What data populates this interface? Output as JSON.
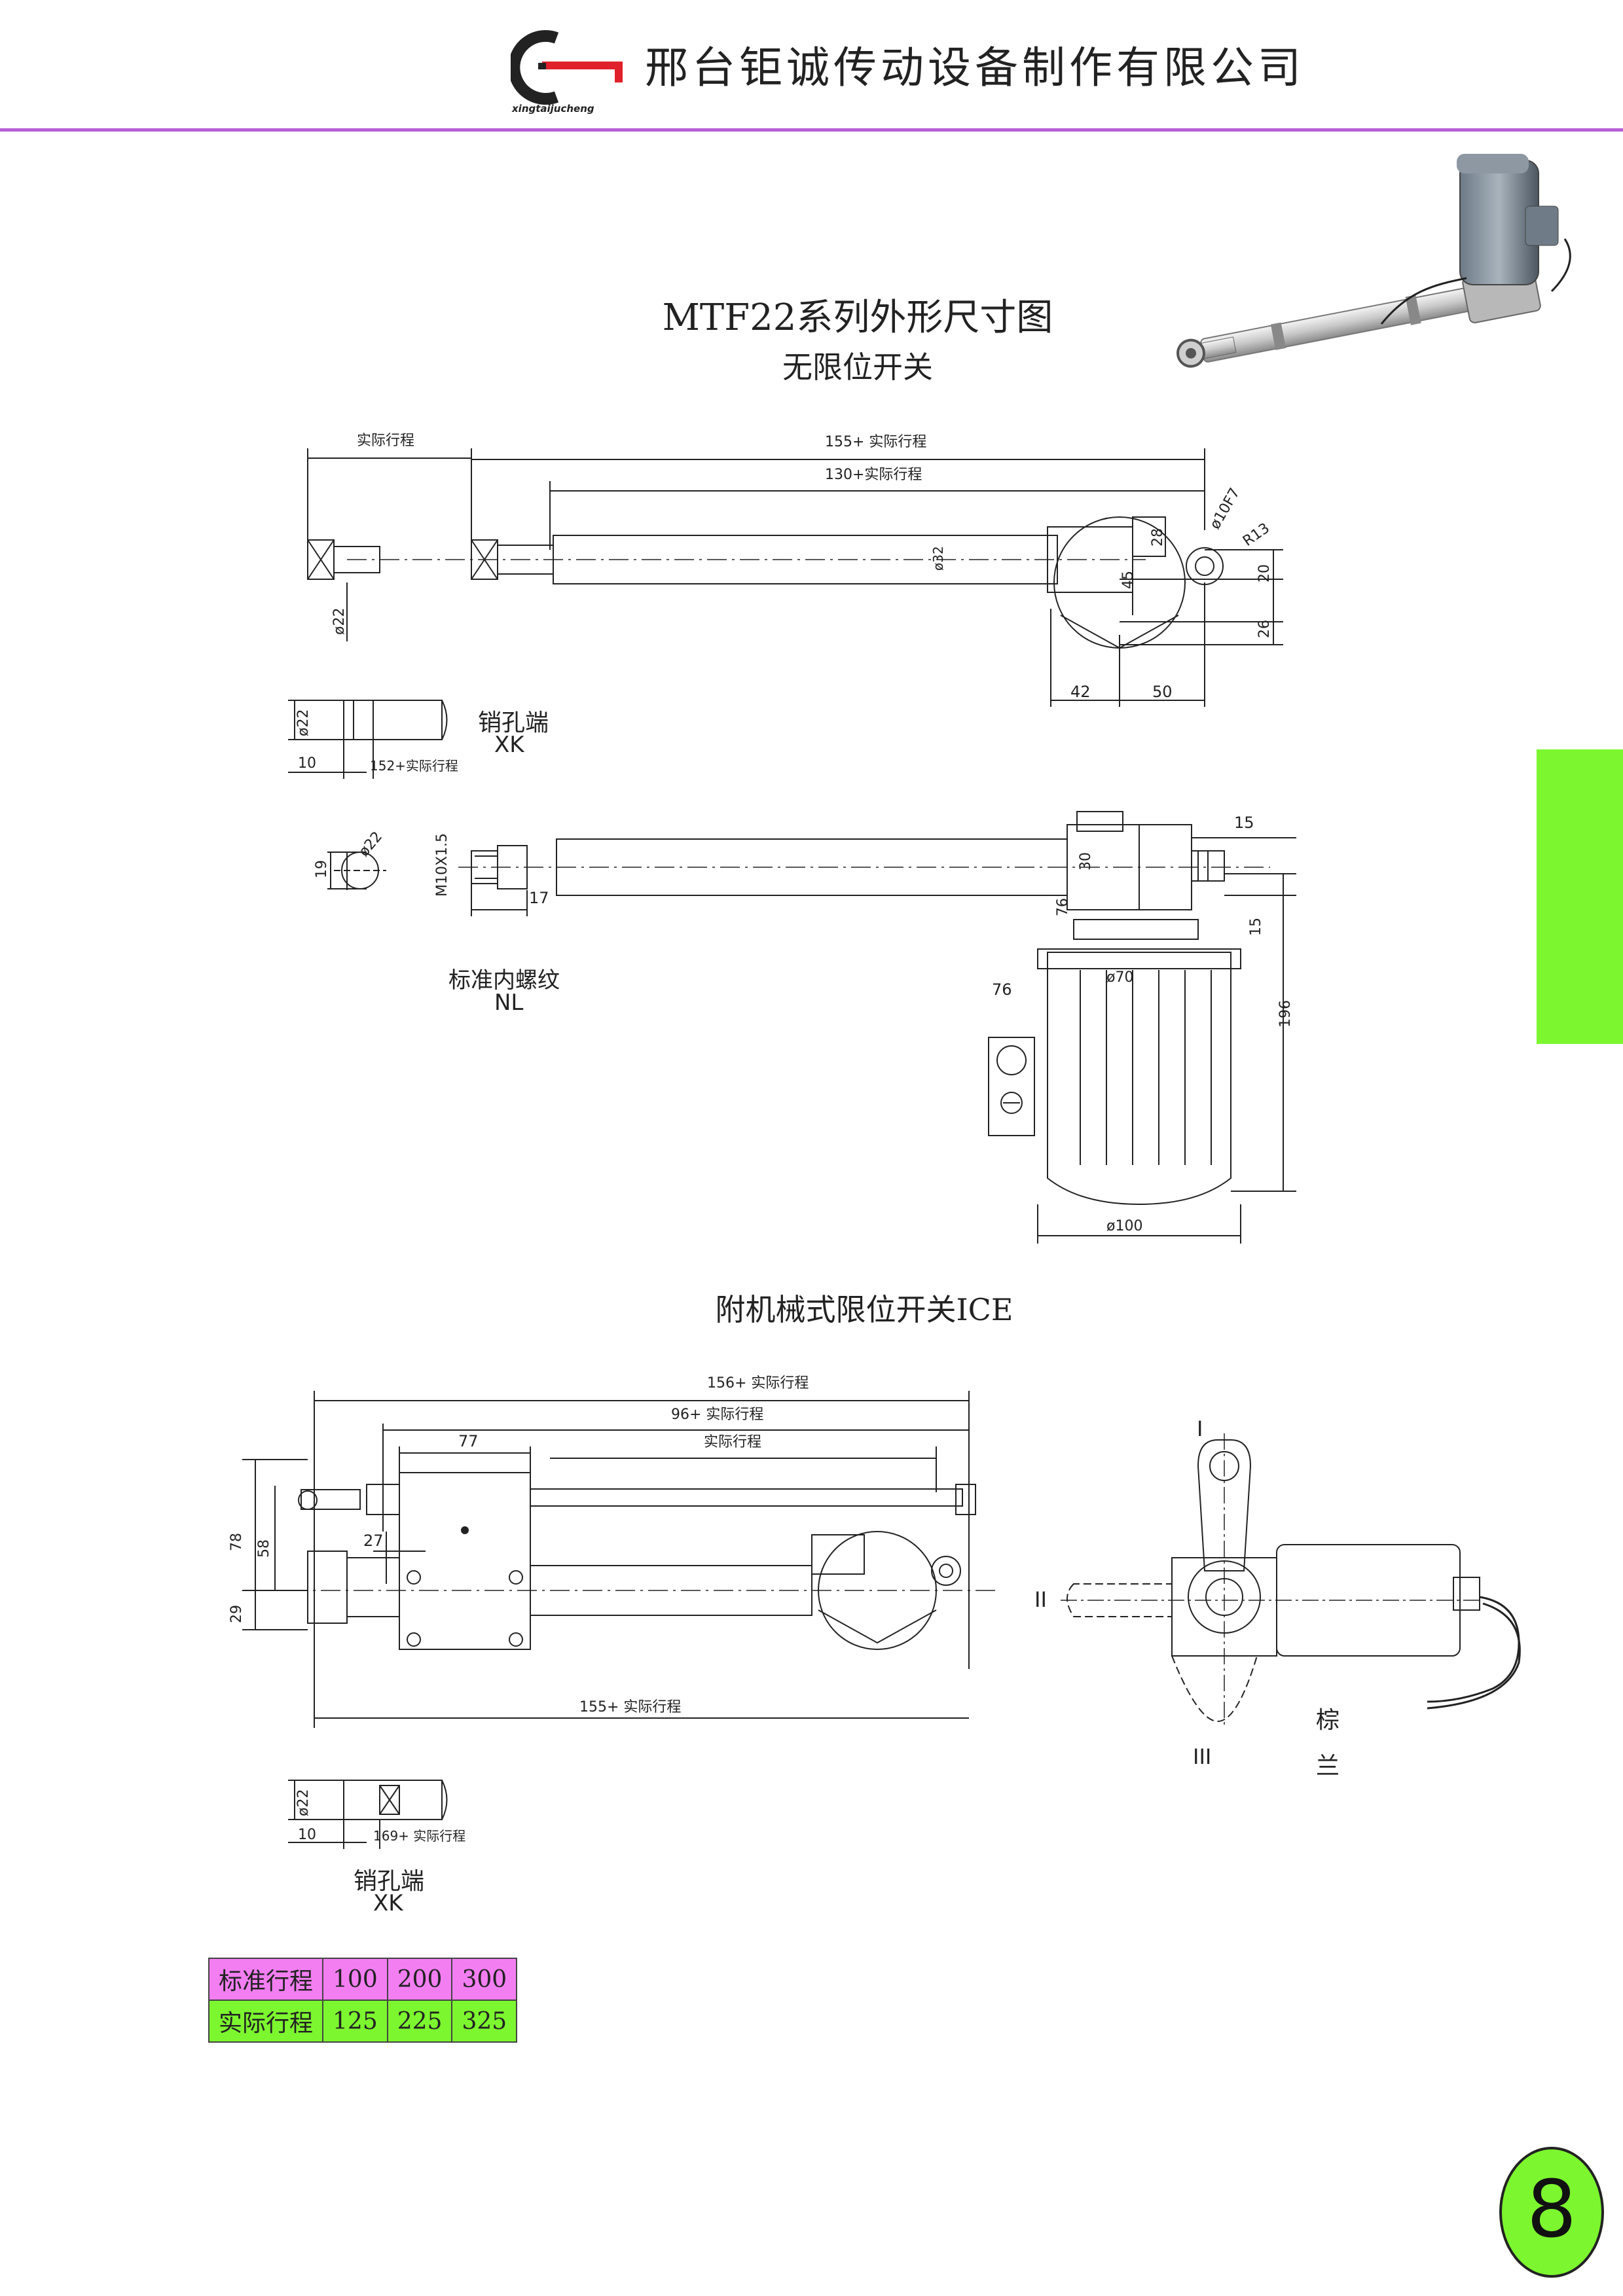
{
  "header": {
    "logo_text": "xingtaijucheng",
    "company": "邢台钜诚传动设备制作有限公司"
  },
  "titles": {
    "main": "MTF22系列外形尺寸图",
    "sub": "无限位开关",
    "ice": "附机械式限位开关ICE"
  },
  "diagram1": {
    "dims": {
      "actual_stroke": "实际行程",
      "d155": "155+ 实际行程",
      "d130": "130+实际行程",
      "phi32": "ø32",
      "phi22": "ø22",
      "phi10f7": "ø10F7",
      "r13": "R13",
      "d28": "28",
      "d45": "45",
      "d20": "20",
      "d26": "26",
      "d42": "42",
      "d50": "50"
    }
  },
  "xk1": {
    "phi22": "ø22",
    "d10": "10",
    "d152": "152+实际行程",
    "label": "销孔端",
    "code": "XK"
  },
  "diagram2": {
    "dims": {
      "phi22": "ø22",
      "d19": "19",
      "m10": "M10X1.5",
      "d17": "17",
      "d30": "30",
      "d76a": "76",
      "d15a": "15",
      "d15b": "15",
      "phi70": "ø70",
      "d76b": "76",
      "d196": "196",
      "phi100": "ø100"
    },
    "nl_label": "标准内螺纹",
    "nl_code": "NL"
  },
  "diagram3": {
    "dims": {
      "d156": "156+ 实际行程",
      "d96": "96+ 实际行程",
      "d77": "77",
      "actual_stroke": "实际行程",
      "d78": "78",
      "d58": "58",
      "d27": "27",
      "d29": "29",
      "d155": "155+ 实际行程"
    }
  },
  "sideview": {
    "roman1": "I",
    "roman2": "II",
    "roman3": "III",
    "gland1": "棕",
    "gland2": "兰"
  },
  "xk2": {
    "phi22": "ø22",
    "d10": "10",
    "d169": "169+ 实际行程",
    "label": "销孔端",
    "code": "XK"
  },
  "stroke_table": {
    "rows": [
      {
        "label": "标准行程",
        "values": [
          "100",
          "200",
          "300"
        ]
      },
      {
        "label": "实际行程",
        "values": [
          "125",
          "225",
          "325"
        ]
      }
    ]
  },
  "page_number": "8",
  "colors": {
    "rule": "#b65fd8",
    "green": "#7cf62f",
    "pink": "#f37ef2",
    "logo_red": "#e0202a"
  }
}
